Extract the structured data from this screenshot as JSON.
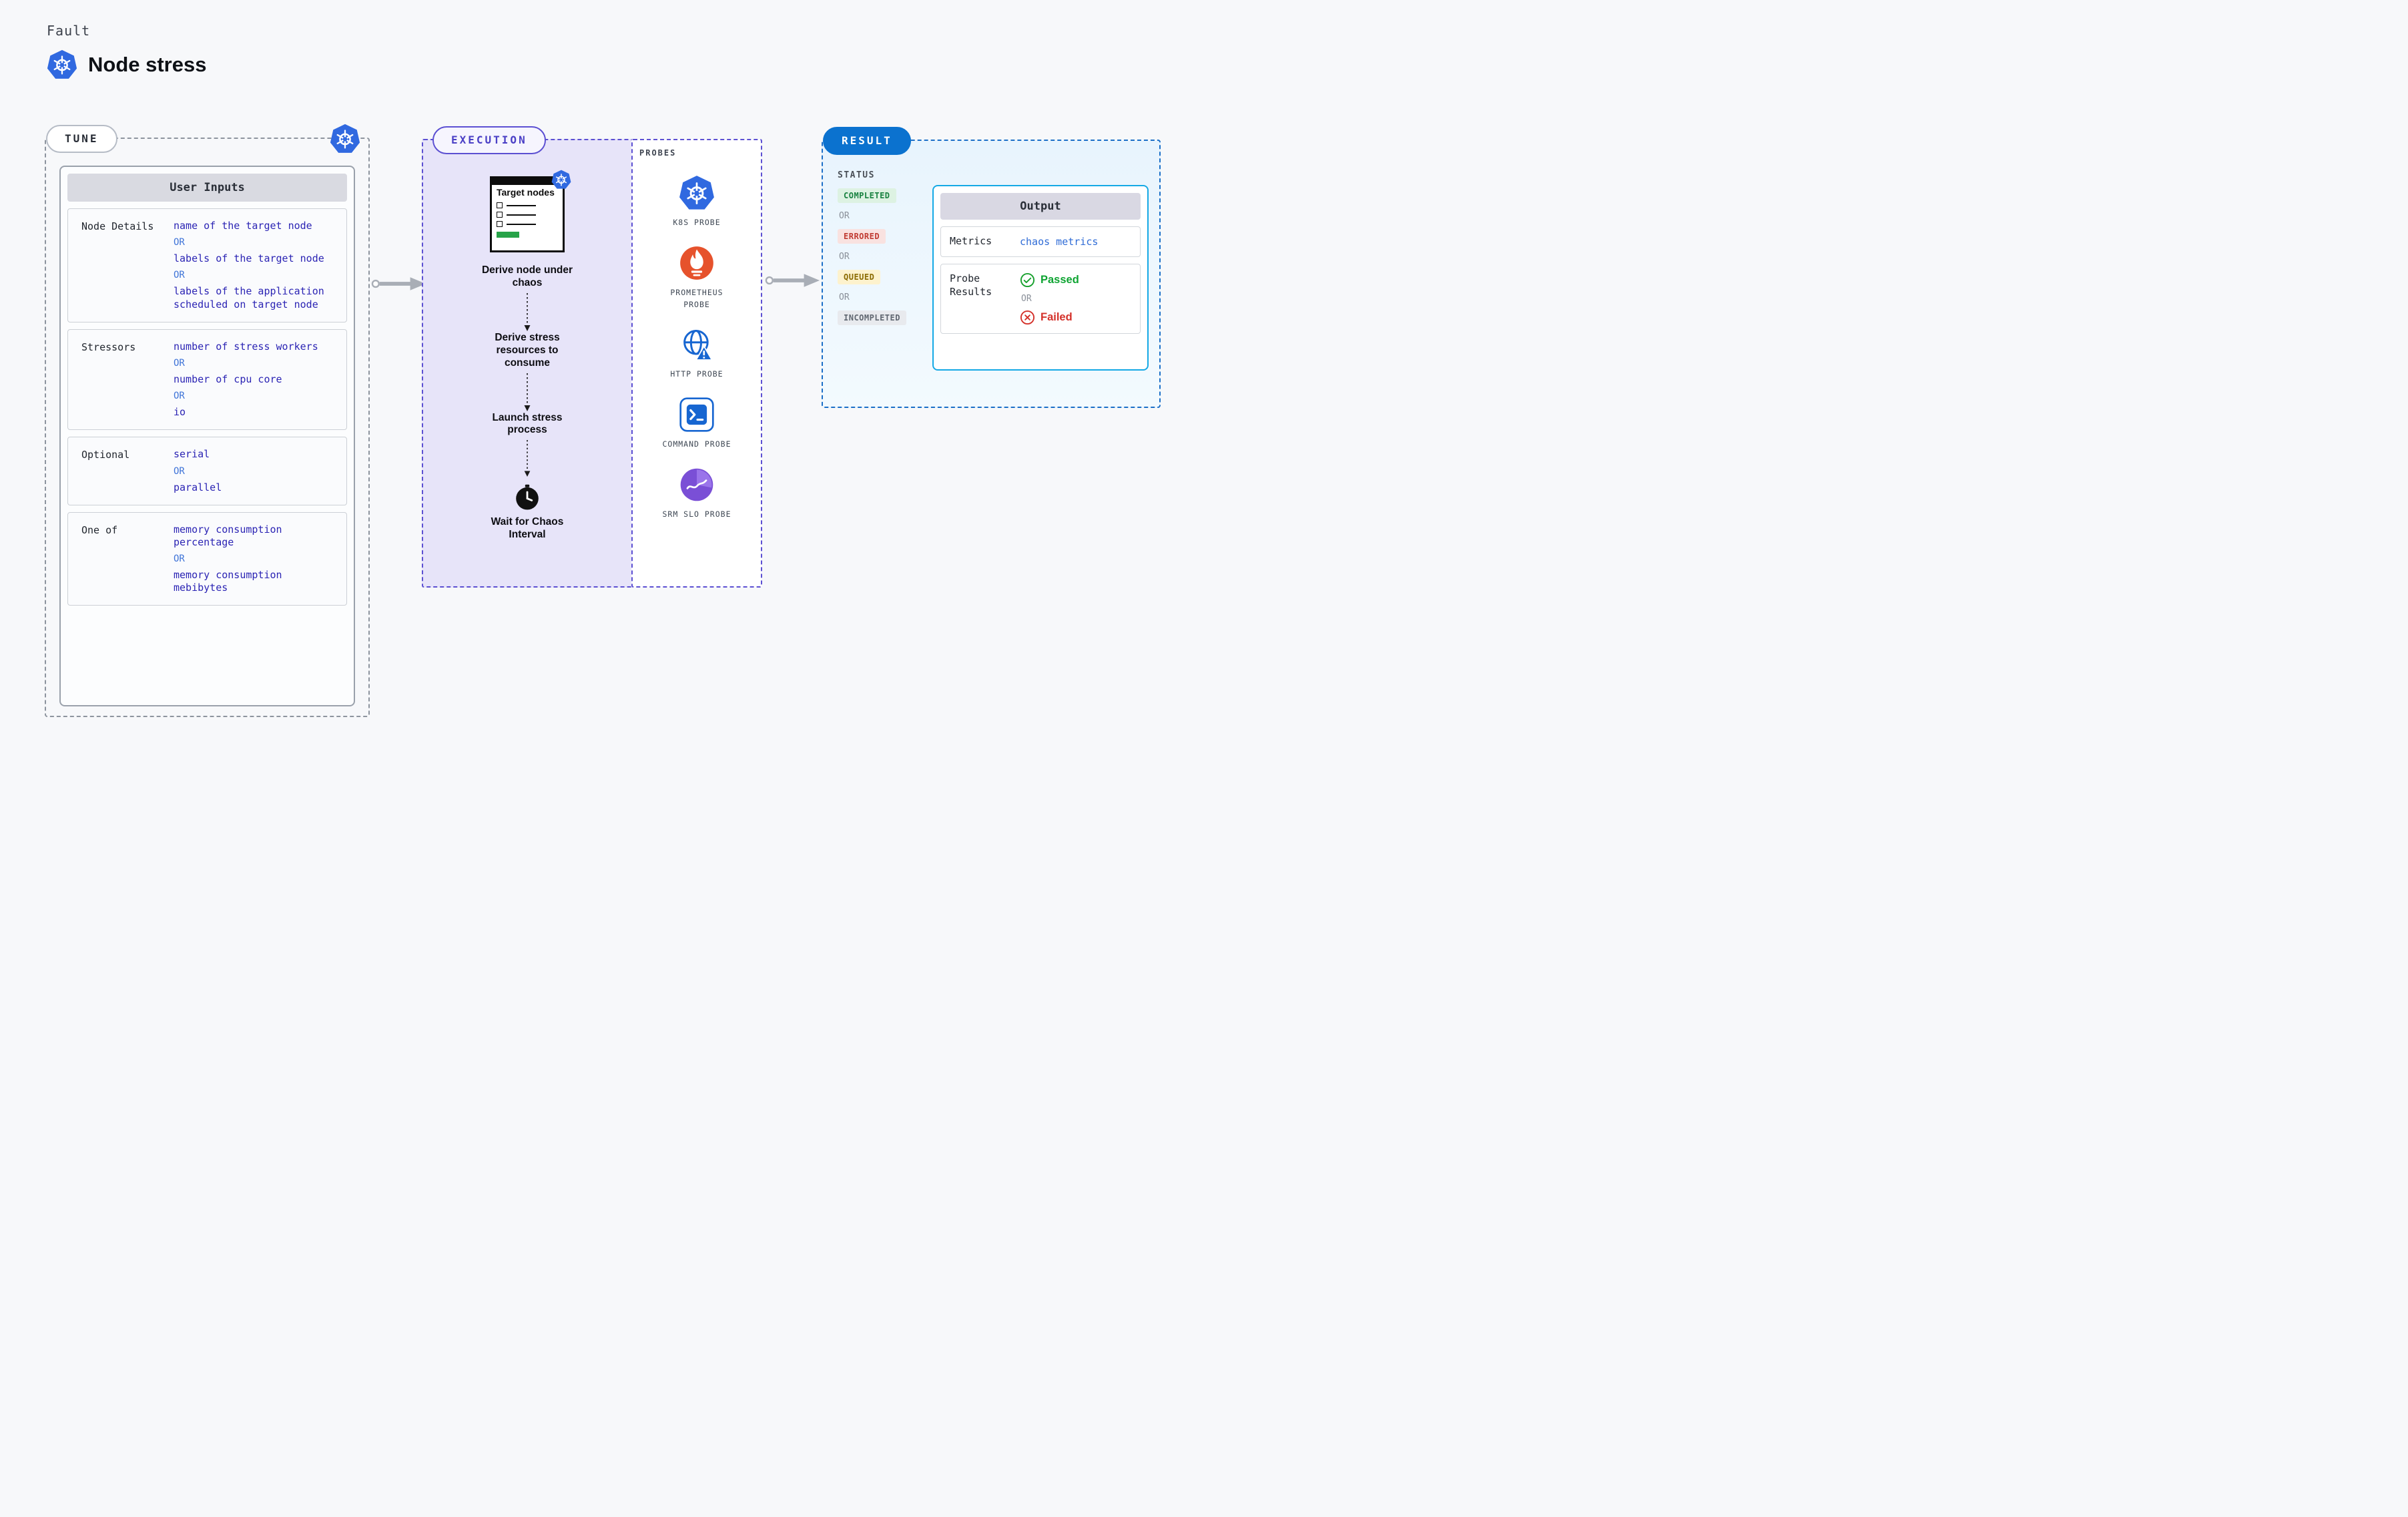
{
  "header": {
    "eyebrow": "Fault",
    "title": "Node stress"
  },
  "shared": {
    "or": "OR"
  },
  "colors": {
    "kubernetes_blue": "#3069e0",
    "execution_purple": "#5c50d2",
    "execution_bg": "#e7e4f9",
    "result_blue": "#0b72cf",
    "output_border": "#15a9e5",
    "value_indigo": "#2b24b4",
    "or_blue": "#3f74d8",
    "completed_green": "#17813f",
    "errored_red": "#c03a31",
    "queued_yellow": "#8a6a00",
    "incompleted_gray": "#5f6670",
    "passed_green": "#0ea432",
    "failed_red": "#d4312a",
    "prometheus_orange": "#e6522c",
    "srm_purple": "#7a4fd6"
  },
  "icons": {
    "kubernetes": "kubernetes-logo",
    "target_nodes": "checklist-document",
    "clock": "chaos-interval-clock",
    "prometheus": "prometheus-flame",
    "http": "globe-alert",
    "command": "terminal-prompt",
    "srm": "srm-chart-circle",
    "passed": "check-circle",
    "failed": "x-circle",
    "flow_arrow": "right-arrow"
  },
  "tune": {
    "label": "TUNE",
    "panel_title": "User Inputs",
    "rows": [
      {
        "label": "Node Details",
        "options": [
          "name of the target node",
          "labels of the target node",
          "labels of the application scheduled on target node"
        ]
      },
      {
        "label": "Stressors",
        "options": [
          "number of stress workers",
          "number of cpu core",
          "io"
        ]
      },
      {
        "label": "Optional",
        "options": [
          "serial",
          "parallel"
        ]
      },
      {
        "label": "One of",
        "options": [
          "memory consumption percentage",
          "memory consumption mebibytes"
        ]
      }
    ]
  },
  "execution": {
    "label": "EXECUTION",
    "target_title": "Target nodes",
    "steps": [
      "Derive node under chaos",
      "Derive stress resources to consume",
      "Launch stress process",
      "Wait for Chaos Interval"
    ]
  },
  "probes": {
    "label": "PROBES",
    "items": [
      {
        "name": "K8S PROBE"
      },
      {
        "name": "PROMETHEUS PROBE"
      },
      {
        "name": "HTTP PROBE"
      },
      {
        "name": "COMMAND PROBE"
      },
      {
        "name": "SRM SLO PROBE"
      }
    ]
  },
  "result": {
    "label": "RESULT",
    "status_label": "STATUS",
    "statuses": [
      {
        "label": "COMPLETED",
        "color": "#17813f",
        "bg": "#ddf2e2"
      },
      {
        "label": "ERRORED",
        "color": "#c03a31",
        "bg": "#f9e2e0"
      },
      {
        "label": "QUEUED",
        "color": "#8a6a00",
        "bg": "#fdf2cd"
      },
      {
        "label": "INCOMPLETED",
        "color": "#5f6670",
        "bg": "#e8eaee"
      }
    ],
    "output": {
      "title": "Output",
      "metrics_label": "Metrics",
      "metrics_value": "chaos metrics",
      "probe_results_label": "Probe Results",
      "passed_label": "Passed",
      "failed_label": "Failed"
    }
  }
}
